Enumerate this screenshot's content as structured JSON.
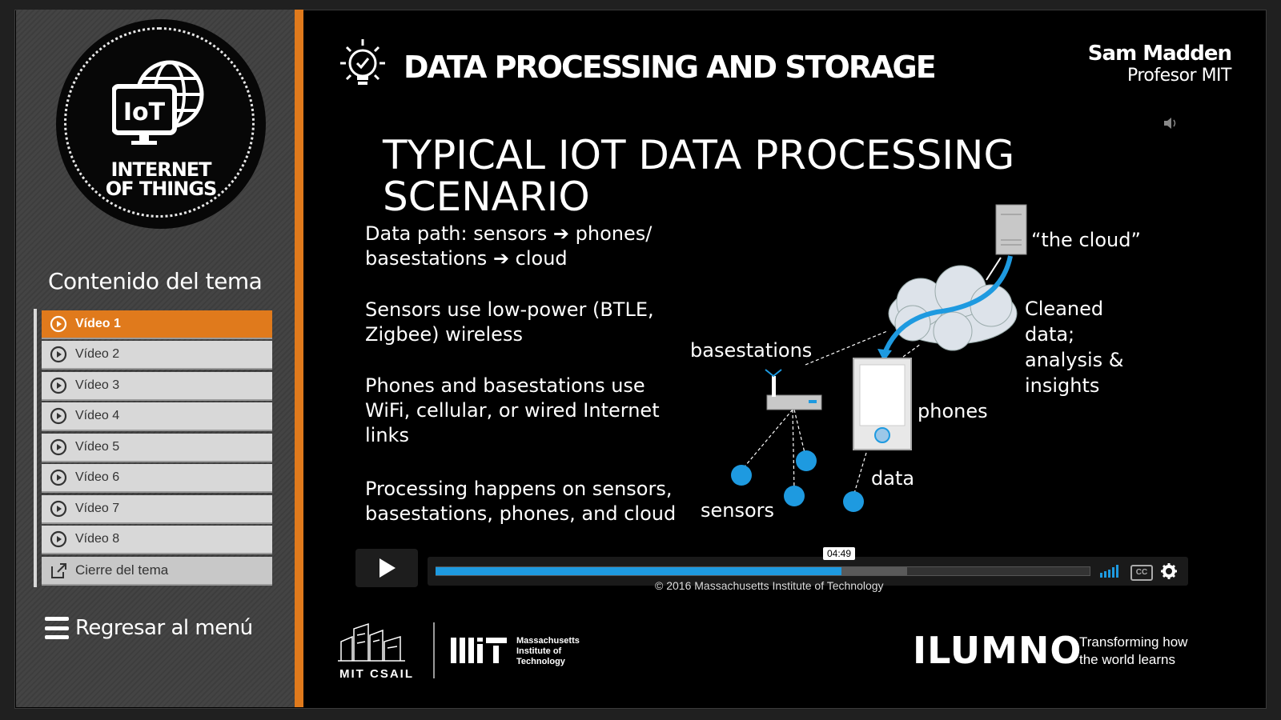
{
  "logo": {
    "badge": "IoT",
    "line1": "INTERNET",
    "line2": "OF THINGS"
  },
  "sidebar": {
    "title": "Contenido del tema",
    "items": [
      {
        "label": "Vídeo 1",
        "active": true
      },
      {
        "label": "Vídeo 2"
      },
      {
        "label": "Vídeo 3"
      },
      {
        "label": "Vídeo 4"
      },
      {
        "label": "Vídeo 5"
      },
      {
        "label": "Vídeo 6"
      },
      {
        "label": "Vídeo 7"
      },
      {
        "label": "Vídeo 8"
      }
    ],
    "close_label": "Cierre del tema",
    "back_label": "Regresar al menú"
  },
  "header": {
    "title": "DATA PROCESSING AND STORAGE",
    "presenter_name": "Sam Madden",
    "presenter_role": "Profesor MIT"
  },
  "slide": {
    "title_line1": "TYPICAL IOT DATA PROCESSING",
    "title_line2": "SCENARIO",
    "bullets": [
      {
        "l1": "Data path: sensors ➔ phones/",
        "l2": "basestations ➔ cloud"
      },
      {
        "l1": "Sensors use low-power (BTLE,",
        "l2": "Zigbee) wireless"
      },
      {
        "l1": "Phones and basestations use",
        "l2": "WiFi, cellular, or wired Internet",
        "l3": "links"
      },
      {
        "l1": "Processing happens on sensors,",
        "l2": "basestations, phones, and cloud"
      }
    ],
    "diagram": {
      "cloud_label": "“the cloud”",
      "cleaned_l1": "Cleaned",
      "cleaned_l2": "data;",
      "cleaned_l3": "analysis &",
      "cleaned_l4": "insights",
      "basestations": "basestations",
      "phones": "phones",
      "data": "data",
      "sensors": "sensors"
    }
  },
  "player": {
    "time": "04:49",
    "progress": 0.62,
    "buffered": 0.72,
    "copyright": "© 2016 Massachusetts Institute of Technology",
    "cc": "CC"
  },
  "footer": {
    "csail": "MIT CSAIL",
    "mit_line1": "Massachusetts",
    "mit_line2": "Institute of",
    "mit_line3": "Technology",
    "ilumno": "ILUMNO",
    "tag1": "Transforming how",
    "tag2": "the world learns"
  },
  "colors": {
    "accent": "#e07a1c",
    "progress": "#1e9ae0",
    "sensor": "#1e9ae0"
  }
}
